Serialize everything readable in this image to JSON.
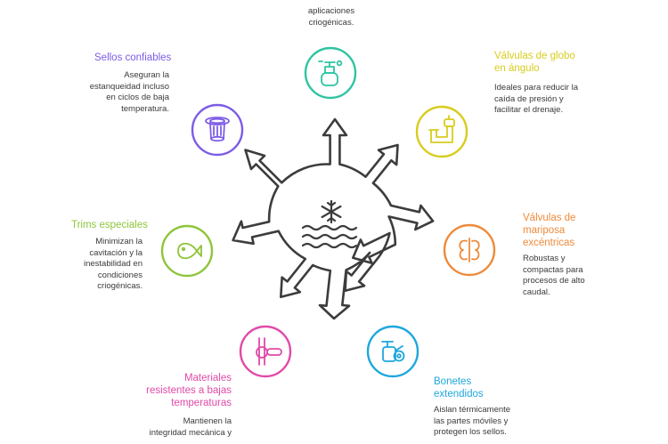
{
  "colors": {
    "criogenicas": "#2ec4a2",
    "globo": "#d8cc1e",
    "mariposa": "#ee8a3a",
    "bonetes": "#1ea7dc",
    "materiales": "#e04aa8",
    "trims": "#8ec53a",
    "sellos": "#7d5ce6",
    "hub": "#3c3c3c"
  },
  "hub": {
    "icon": "snowflake-waves-icon"
  },
  "items": {
    "criogenicas": {
      "icon": "spray-bottle-icon",
      "description": "aplicaciones\ncriogénicas."
    },
    "globo": {
      "icon": "angle-valve-pipe-icon",
      "title": "Válvulas de globo\nen ángulo",
      "description": "Ideales para reducir la\ncaída de presión y\nfacilitar el drenaje."
    },
    "mariposa": {
      "icon": "butterfly-icon",
      "title": "Válvulas de\nmariposa\nexcéntricas",
      "description": "Robustas y\ncompactas para\nprocesos de alto\ncaudal."
    },
    "bonetes": {
      "icon": "valve-gear-icon",
      "title": "Bonetes\nextendidos",
      "description": "Aislan térmicamente\nlas partes móviles y\nprotegen los sellos."
    },
    "materiales": {
      "icon": "pipe-joint-icon",
      "title": "Materiales\nresistentes a bajas\ntemperaturas",
      "description": "Mantienen la\nintegridad mecánica y"
    },
    "trims": {
      "icon": "fish-icon",
      "title": "Trims especiales",
      "description": "Minimizan la\ncavitación y la\ninestabilidad en\ncondiciones\ncriogénicas."
    },
    "sellos": {
      "icon": "seal-ring-icon",
      "title": "Sellos confiables",
      "description": "Aseguran la\nestanqueidad incluso\nen ciclos de baja\ntemperatura."
    }
  }
}
